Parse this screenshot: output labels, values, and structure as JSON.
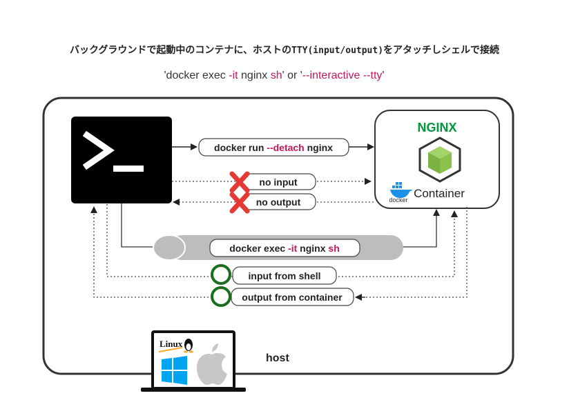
{
  "title": {
    "prefix": "バックグラウンドで起動中のコンテナに、ホストの",
    "code": "TTY(input/output)",
    "suffix": "をアタッチしシェルで接続"
  },
  "subtitle": {
    "part1": "'docker exec ",
    "part2": "-it",
    "part3": " nginx ",
    "part4": "sh",
    "part5": "' or '",
    "part6": "--interactive --tty",
    "part7": "'"
  },
  "terminal": {
    "icon": "terminal-icon"
  },
  "container_box": {
    "brand": "NGINX",
    "docker_label": "docker",
    "label": "Container",
    "icons": [
      "nginx-cube-icon",
      "docker-whale-icon"
    ]
  },
  "labels": {
    "docker_run_prefix": "docker run ",
    "docker_run_flag": "--detach",
    "docker_run_suffix": " nginx",
    "no_input": "no input",
    "no_output": "no output",
    "exec_prefix": "docker exec ",
    "exec_flag": "-it",
    "exec_mid": " nginx ",
    "exec_cmd": "sh",
    "input_from_shell": "input from shell",
    "output_from_container": "output from container"
  },
  "host": {
    "label": "host",
    "linux_label": "Linux",
    "icons": [
      "laptop-icon",
      "linux-tux-icon",
      "windows-icon",
      "apple-icon"
    ]
  },
  "colors": {
    "accent": "#c2185b",
    "nginx_green": "#009639",
    "cross_red": "#e53935",
    "ok_green": "#1b6e1b",
    "pipe_gray": "#bdbdbd",
    "windows_blue": "#00a4ef"
  }
}
